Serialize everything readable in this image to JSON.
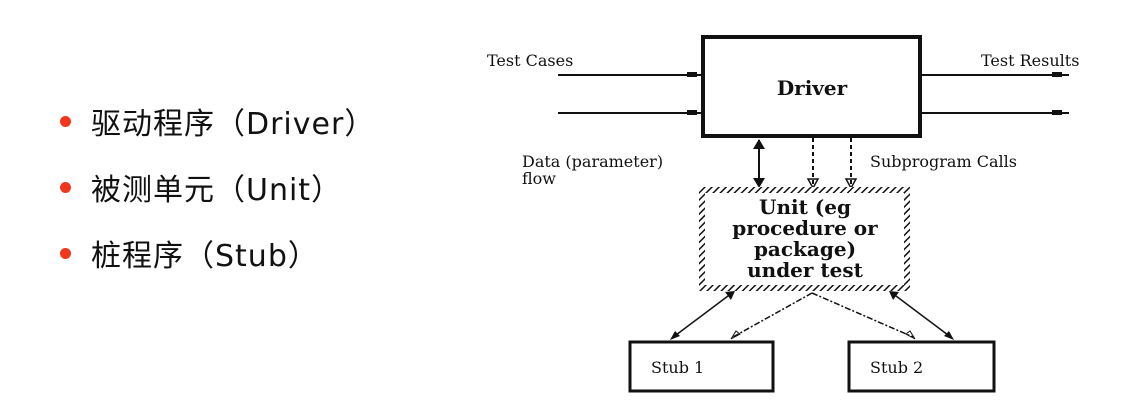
{
  "colors": {
    "bullet": "#f0361c",
    "line": "#111111"
  },
  "bullets": [
    {
      "label": "驱动程序（Driver）"
    },
    {
      "label": "被测单元（Unit）"
    },
    {
      "label": "桩程序（Stub）"
    }
  ],
  "diagram": {
    "driver_label": "Driver",
    "test_cases_label": "Test Cases",
    "test_results_label": "Test Results",
    "data_flow_label_line1": "Data (parameter)",
    "data_flow_label_line2": "flow",
    "subprogram_calls_label": "Subprogram Calls",
    "unit_label_lines": [
      "Unit (eg",
      "procedure or",
      "package)",
      "under test"
    ],
    "stub1_label": "Stub 1",
    "stub2_label": "Stub 2"
  }
}
